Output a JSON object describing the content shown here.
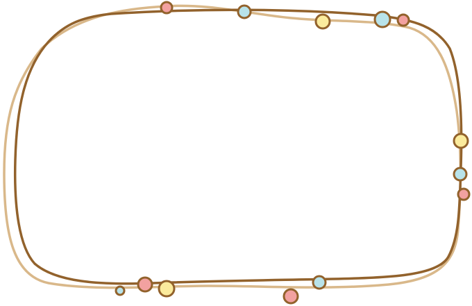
{
  "colors": {
    "background": "#ffffff",
    "outer_stroke": "#d9b88a",
    "inner_stroke": "#92622c",
    "dot_outline": "#92622c",
    "pink": "#f2a1a0",
    "blue": "#b8e3ea",
    "yellow": "#fbeb9d"
  },
  "decorations": {
    "dot_colors": [
      "pink",
      "blue",
      "yellow",
      "blue",
      "pink",
      "yellow",
      "blue",
      "pink",
      "blue",
      "pink",
      "yellow",
      "pink",
      "blue"
    ]
  }
}
